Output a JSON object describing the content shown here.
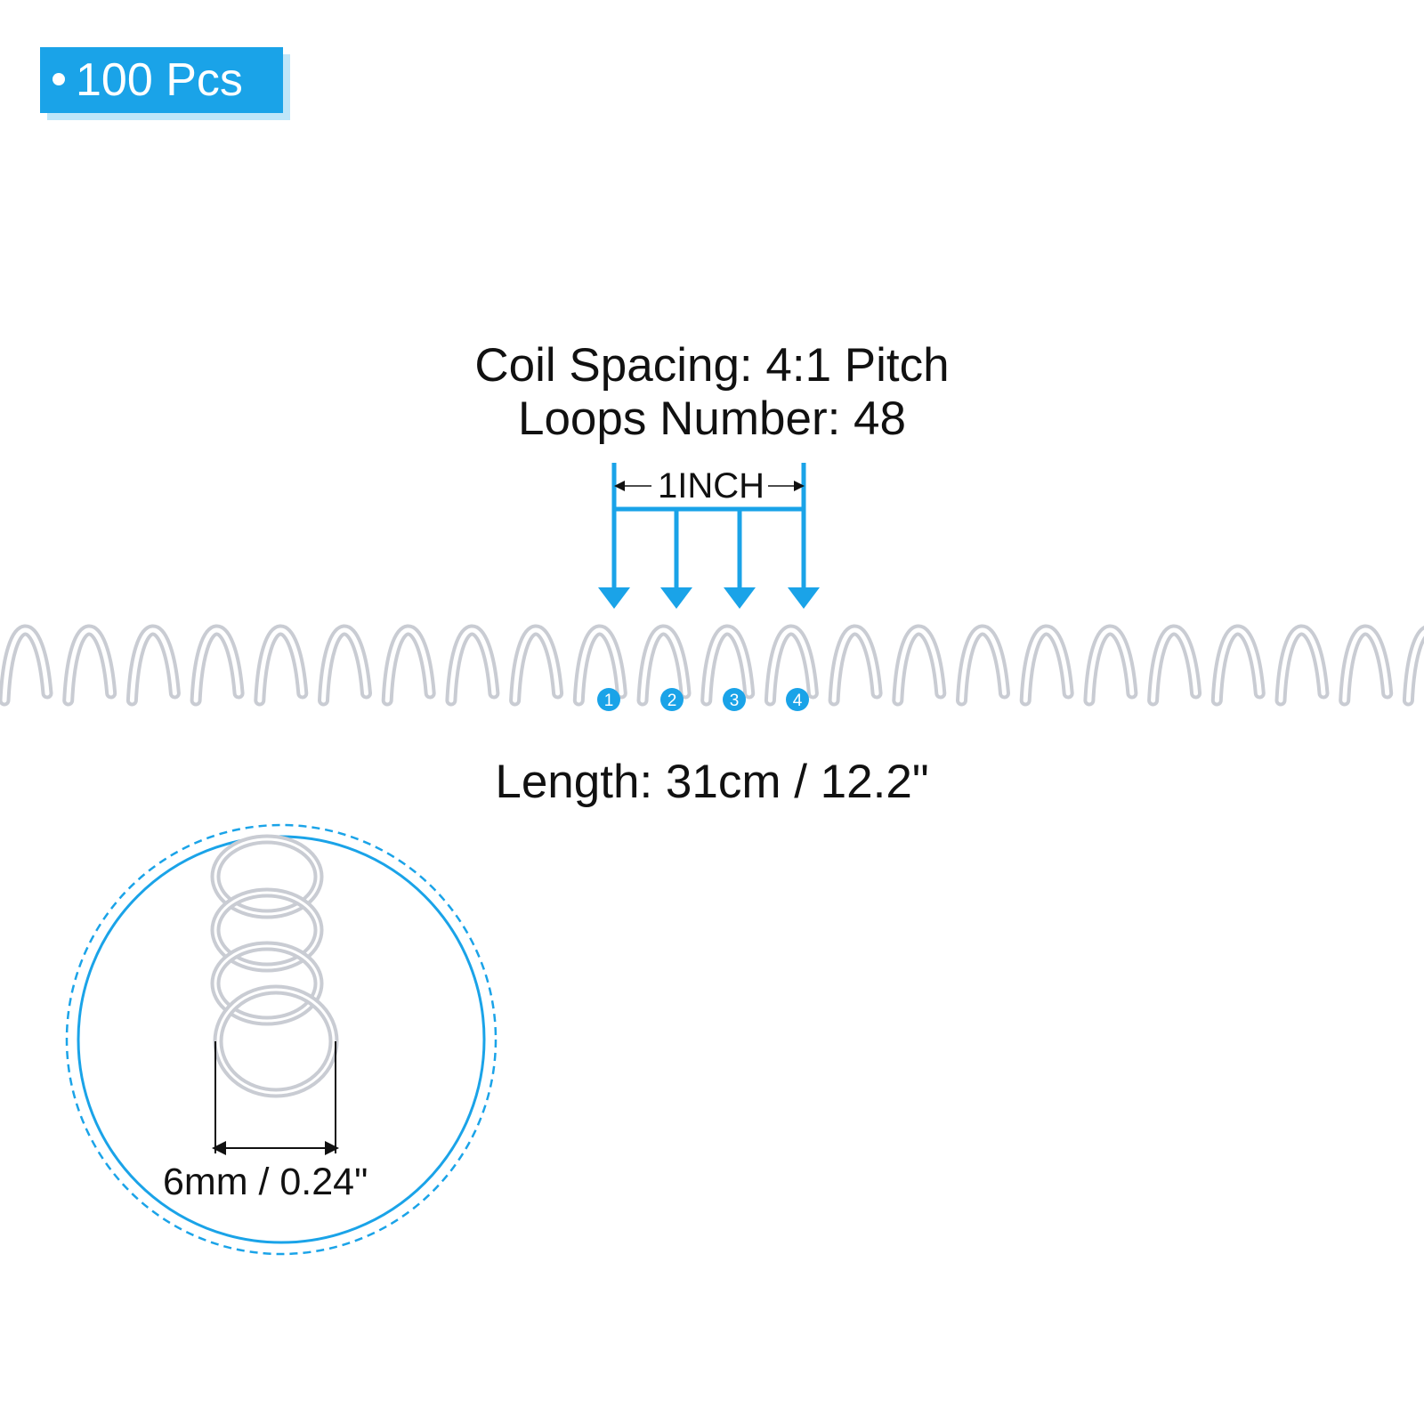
{
  "badge": {
    "text": "100 Pcs"
  },
  "specs": {
    "coil_spacing": "Coil Spacing: 4:1 Pitch",
    "loops_number": "Loops Number: 48",
    "length": "Length: 31cm / 12.2\""
  },
  "pitch_marker": {
    "label": "1INCH",
    "markers": [
      "1",
      "2",
      "3",
      "4"
    ]
  },
  "detail_inset": {
    "diameter": "6mm / 0.24\""
  },
  "colors": {
    "accent": "#1aa3e8",
    "badge_shadow": "#bfe6f9",
    "coil": "#d3d6dc"
  }
}
